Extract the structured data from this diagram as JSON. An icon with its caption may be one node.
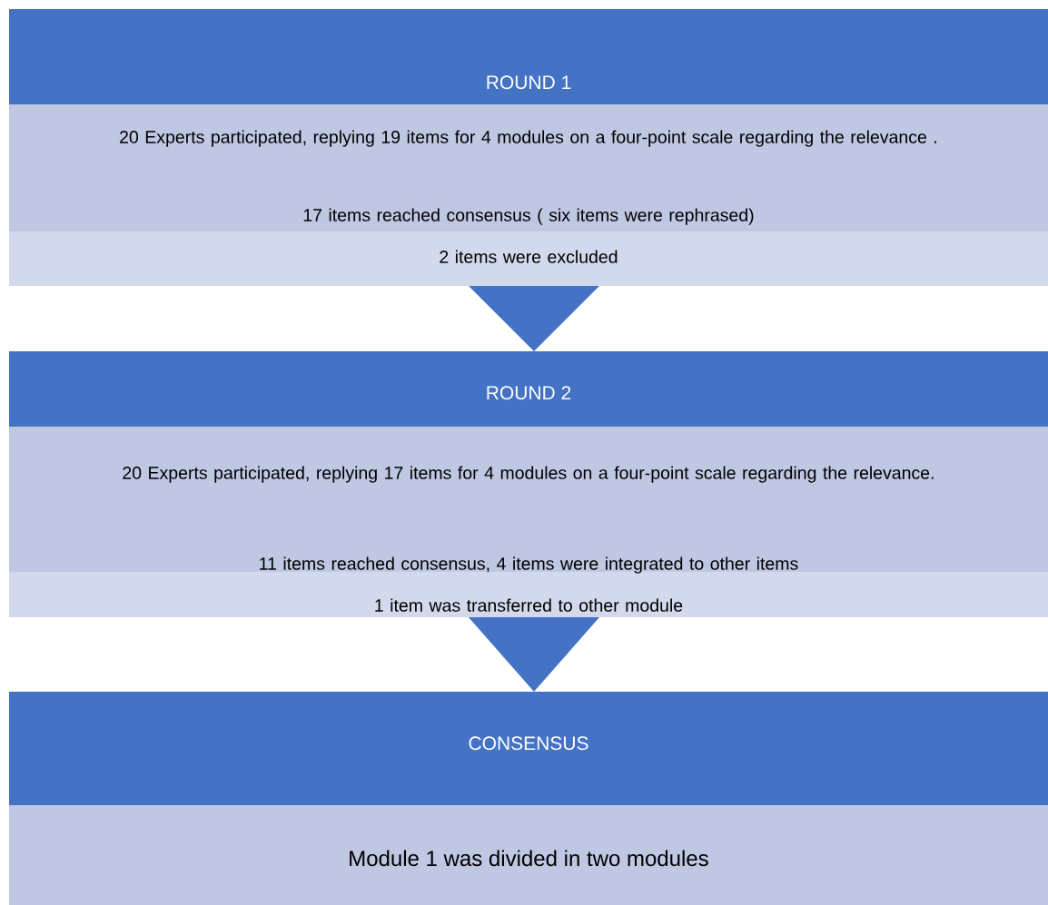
{
  "diagram": {
    "nodes": [
      {
        "text": [
          "ROUND 1"
        ]
      },
      {
        "text": [
          "20 Experts participated, replying 19 items for 4 modules on a four-point scale regarding the relevance .",
          "17 items reached consensus ( six items were rephrased)",
          "2 items were excluded"
        ]
      },
      {
        "text": [
          "ROUND 2"
        ]
      },
      {
        "text": [
          "20 Experts participated, replying 17 items for 4 modules on a four-point scale regarding the relevance.",
          "11 items reached consensus, 4 items were integrated to other items",
          "1 item was transferred to other module"
        ]
      },
      {
        "text": [
          "CONSENSUS"
        ]
      },
      {
        "text": [
          "Module 1 was divided in two modules"
        ]
      }
    ],
    "edges": [
      {
        "from": 1,
        "to": 2,
        "arrow": "to"
      },
      {
        "from": 3,
        "to": 4,
        "arrow": "to"
      }
    ]
  }
}
